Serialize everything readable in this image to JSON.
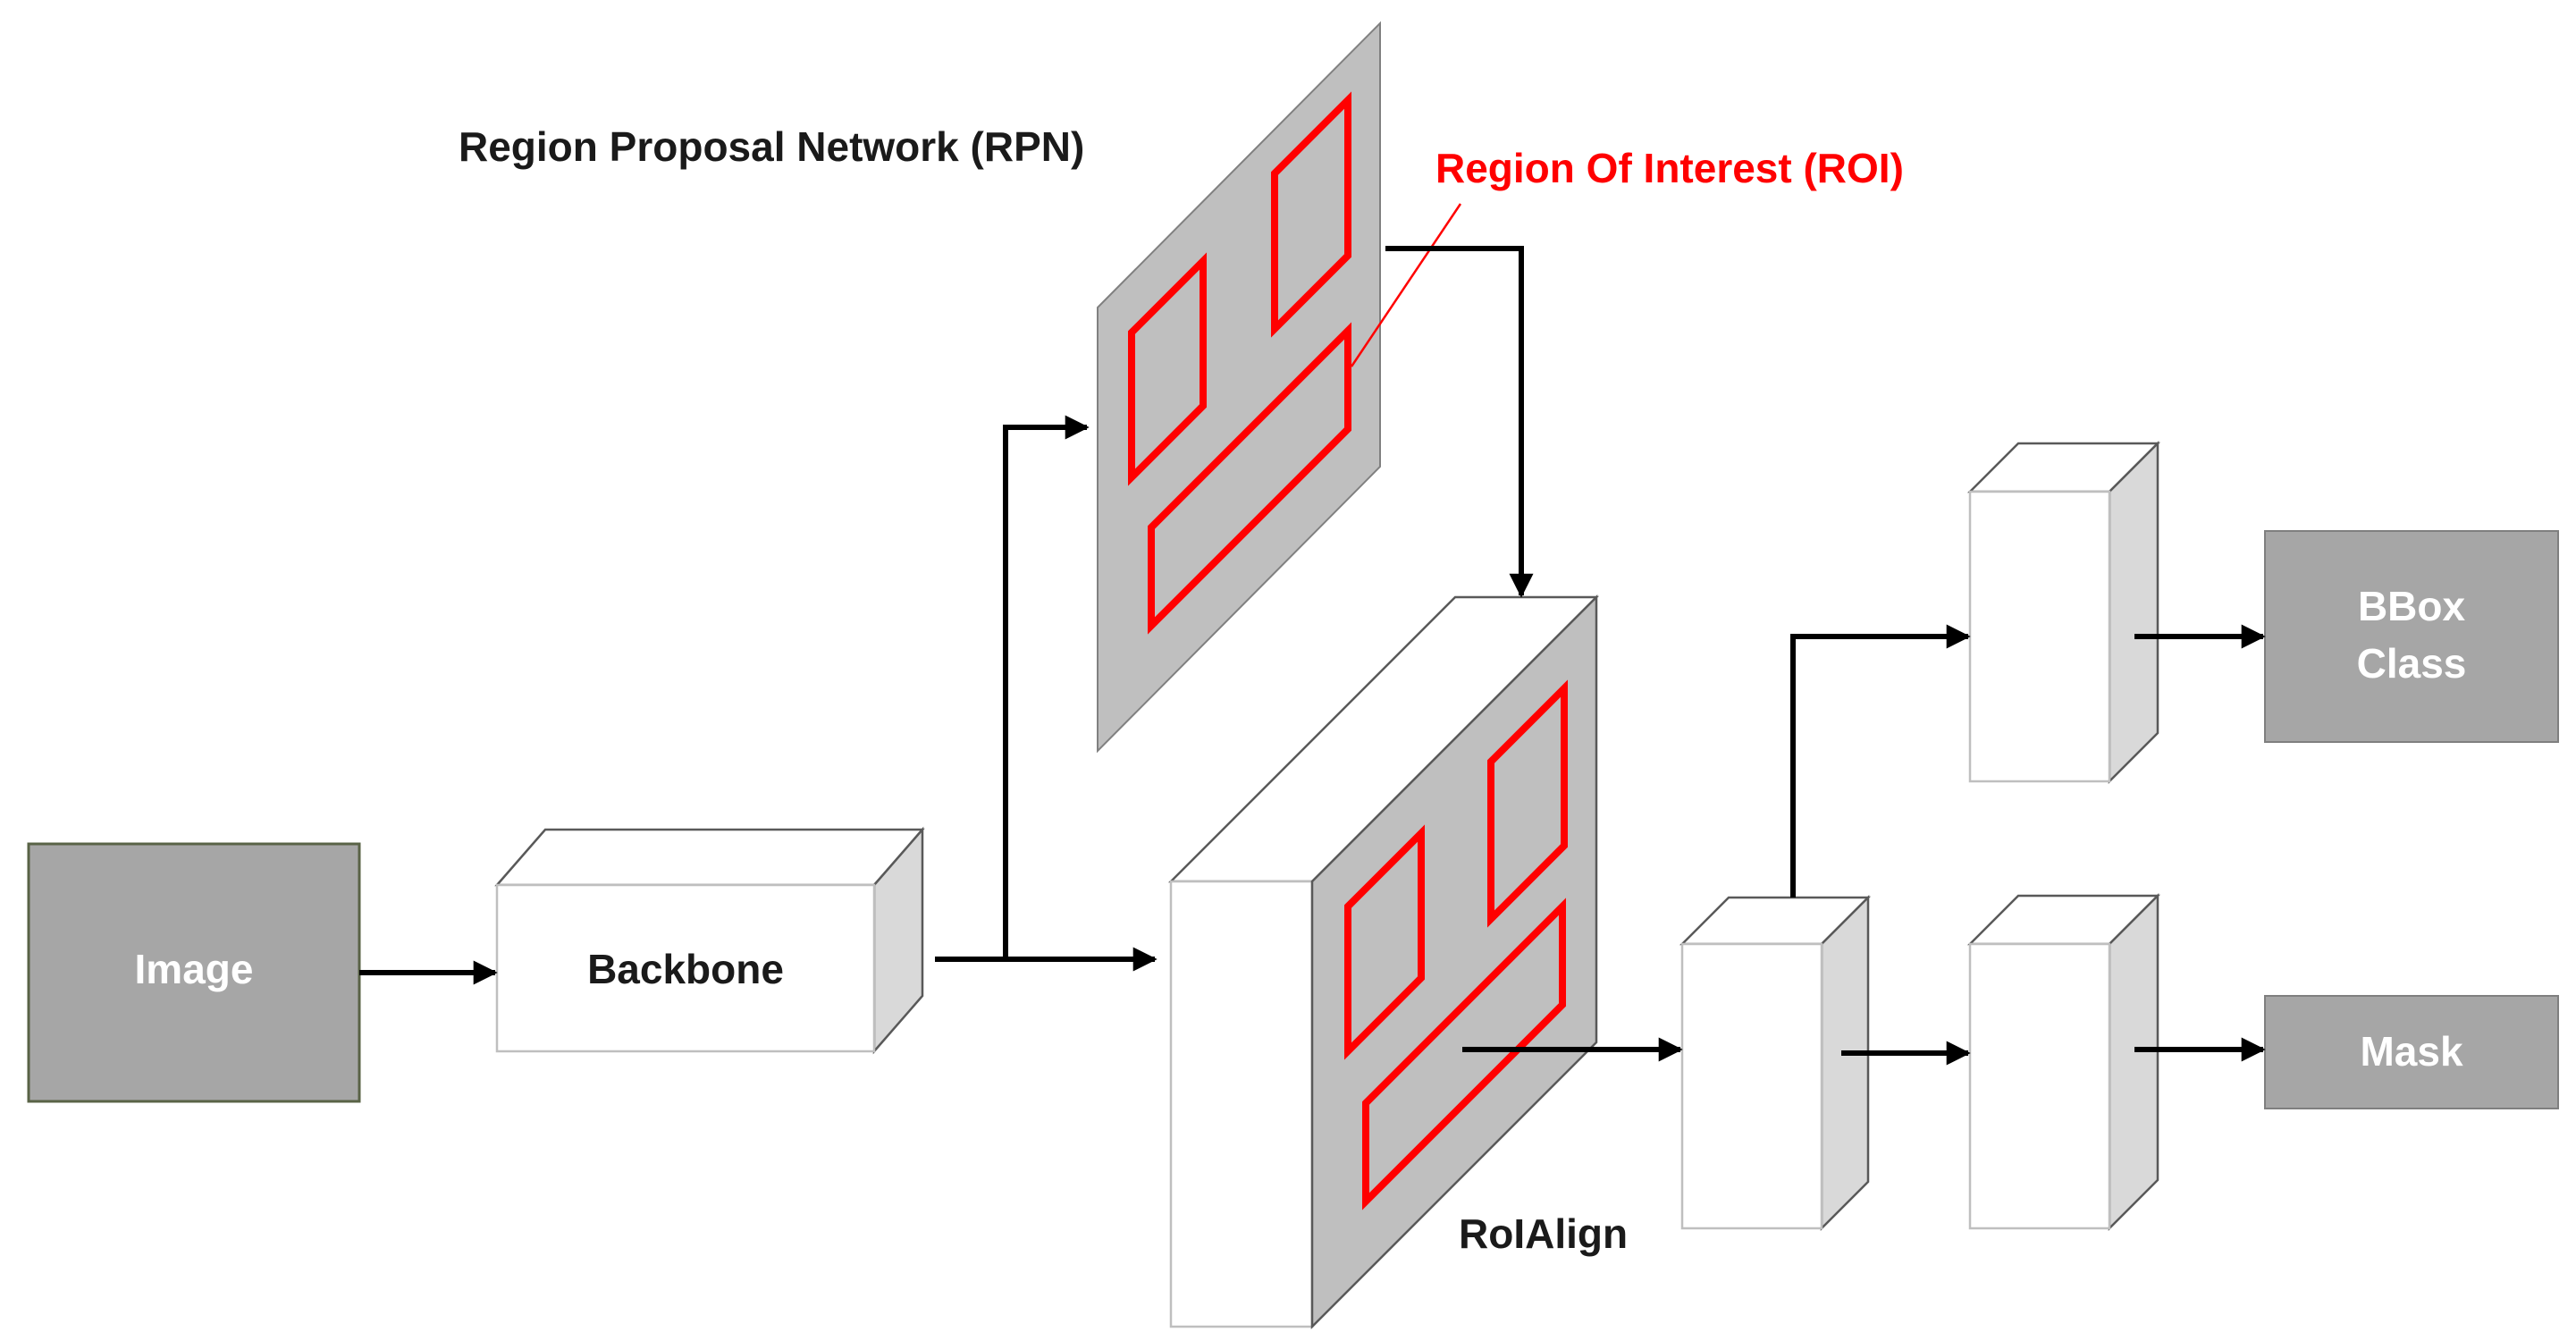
{
  "labels": {
    "image": "Image",
    "backbone": "Backbone",
    "rpn_title": "Region Proposal Network (RPN)",
    "roi_label": "Region Of Interest (ROI)",
    "roialign": "RoIAlign",
    "bbox_line1": "BBox",
    "bbox_line2": "Class",
    "mask": "Mask"
  },
  "colors": {
    "gray_box": "#a6a6a6",
    "feature_map": "#bfbfbf",
    "roi_outline": "#ff0000",
    "arrow": "#000000"
  }
}
